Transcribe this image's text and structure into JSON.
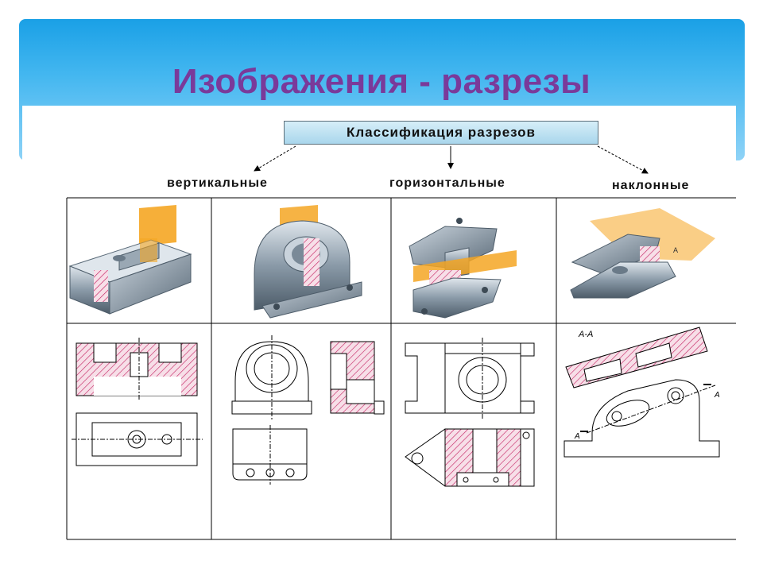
{
  "slide": {
    "title": "Изображения - разрезы"
  },
  "classification": {
    "label": "Классификация  разрезов",
    "categories": [
      {
        "id": "vertical",
        "label": "вертикальные"
      },
      {
        "id": "horizontal",
        "label": "горизонтальные"
      },
      {
        "id": "inclined",
        "label": "наклонные"
      }
    ]
  },
  "drawing_annotations": {
    "section_label": "А-А",
    "cut_marker_left": "А",
    "cut_marker_right": "А"
  },
  "colors": {
    "header_blue": "#1aa0e6",
    "title_purple": "#7a3a9a",
    "section_hatch": "#c2185b",
    "cut_plane_orange": "#f5a623",
    "part_metal": "#8a9aa8"
  }
}
